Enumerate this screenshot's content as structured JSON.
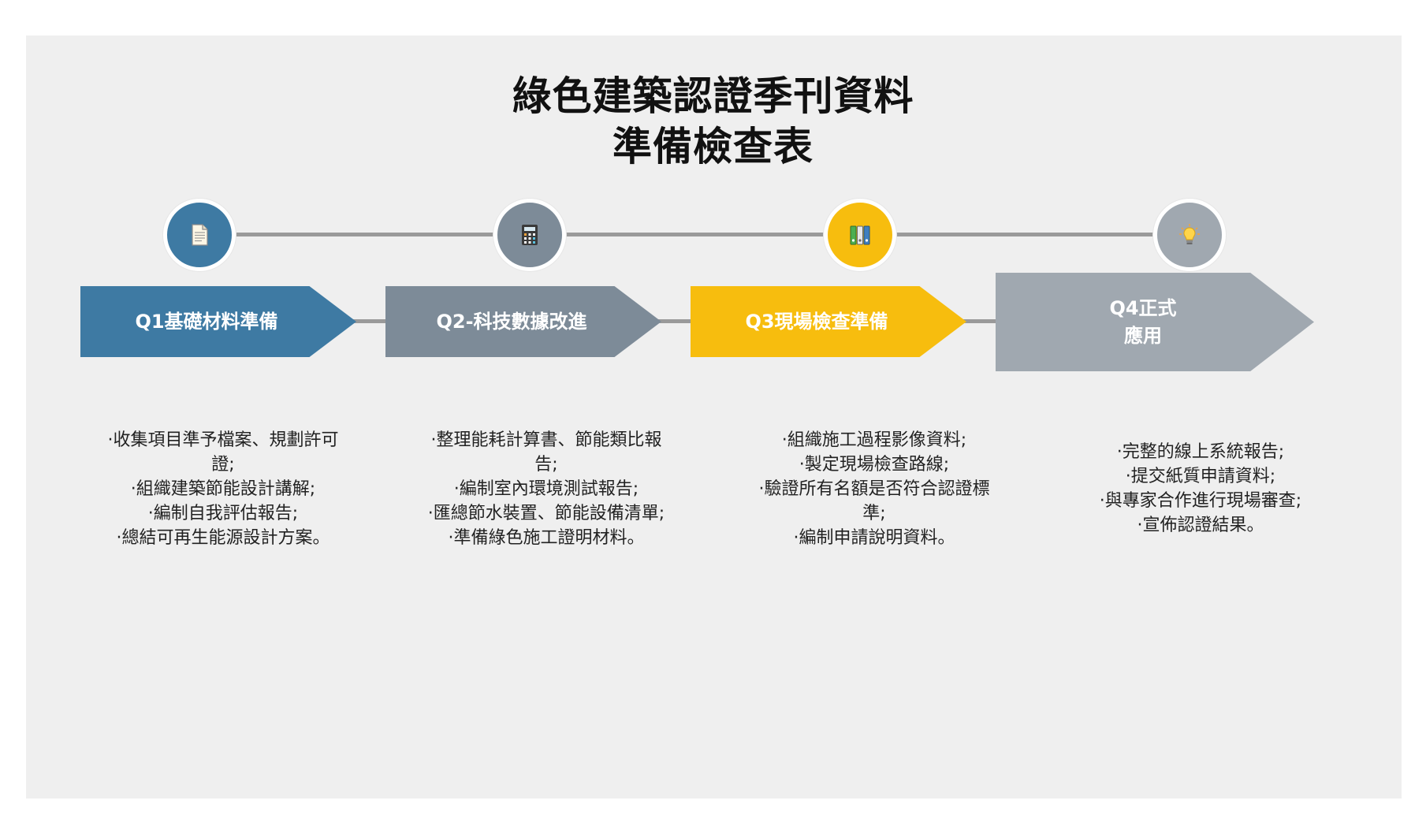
{
  "title": {
    "line1": "綠色建築認證季刊資料",
    "line2": "準備檢查表"
  },
  "colors": {
    "q1": "#3e7aa3",
    "q2": "#7d8b98",
    "q3": "#f7bd0e",
    "q4": "#a0a8b0",
    "connector": "#9a9a9a",
    "background": "#efefef"
  },
  "stages": [
    {
      "icon": "document-icon",
      "label_line1": "Q1基礎材料準備",
      "label_line2": "",
      "items": [
        "·收集項目準予檔案、規劃許可",
        "證;",
        "·組織建築節能設計講解;",
        "·編制自我評估報告;",
        "·總結可再生能源設計方案。"
      ]
    },
    {
      "icon": "calculator-icon",
      "label_line1": "Q2-科技數據改進",
      "label_line2": "",
      "items": [
        "·整理能耗計算書、節能類比報",
        "告;",
        "·編制室內環境測試報告;",
        "·匯總節水裝置、節能設備清單;",
        "·準備綠色施工證明材料。"
      ]
    },
    {
      "icon": "binders-icon",
      "label_line1": "Q3現場檢查準備",
      "label_line2": "",
      "items": [
        "·組織施工過程影像資料;",
        "·製定現場檢查路線;",
        "·驗證所有名額是否符合認證標",
        "準;",
        "·編制申請說明資料。"
      ]
    },
    {
      "icon": "lightbulb-icon",
      "label_line1": "Q4正式",
      "label_line2": "應用",
      "items": [
        "·完整的線上系統報告;",
        "·提交紙質申請資料;",
        "·與專家合作進行現場審查;",
        "·宣佈認證結果。"
      ]
    }
  ]
}
